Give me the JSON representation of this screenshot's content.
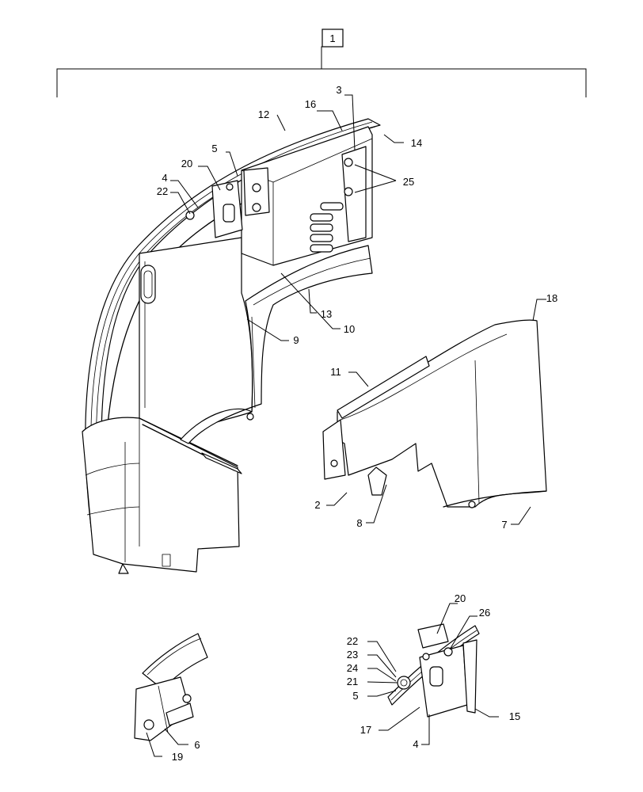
{
  "assembly_number": "1",
  "callouts": {
    "c1": "16",
    "c2": "3",
    "c3": "12",
    "c4": "14",
    "c5": "5",
    "c6": "20",
    "c7": "4",
    "c8": "22",
    "c9": "25",
    "c10": "13",
    "c11": "10",
    "c12": "9",
    "c13": "18",
    "c14": "11",
    "c15": "2",
    "c16": "8",
    "c17": "7",
    "c18": "6",
    "c19": "19",
    "c20": "20",
    "c21": "26",
    "c22": "22",
    "c23": "23",
    "c24": "24",
    "c25": "21",
    "c26": "5",
    "c27": "17",
    "c28": "4",
    "c29": "15"
  }
}
